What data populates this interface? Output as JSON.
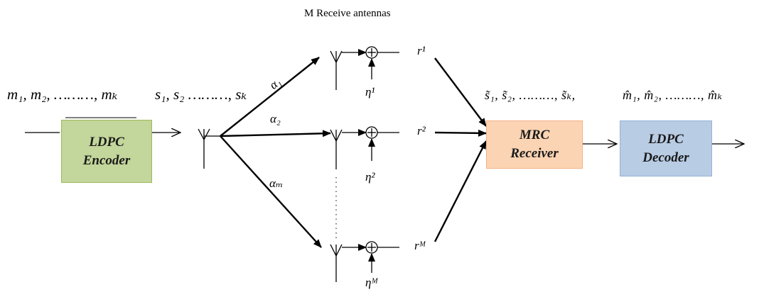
{
  "title": "M Receive antennas",
  "input_sequence": "m₁, m₂, ………, mₖ",
  "coded_sequence": "s₁, s₂ ………, sₖ",
  "estimated_sequence": "s̃₁, s̃₂, ………, s̃ₖ,",
  "decoded_sequence": "m̂₁, m̂₂, ………, m̂ₖ",
  "gains": {
    "g1": "α₁",
    "g2": "α₂",
    "gM": "αₘ"
  },
  "received": {
    "r1": "r¹",
    "r2": "r²",
    "rM": "rᴹ"
  },
  "noise": {
    "n1": "η¹",
    "n2": "η²",
    "nM": "ηᴹ"
  },
  "blocks": {
    "encoder": {
      "line1": "LDPC",
      "line2": "Encoder",
      "fill": "#c3d69b",
      "border": "#9bbb59"
    },
    "mrc": {
      "line1": "MRC",
      "line2": "Receiver",
      "fill": "#fbd4b4",
      "border": "#f4b183"
    },
    "decoder": {
      "line1": "LDPC",
      "line2": "Decoder",
      "fill": "#b8cce4",
      "border": "#95b3d7"
    }
  }
}
